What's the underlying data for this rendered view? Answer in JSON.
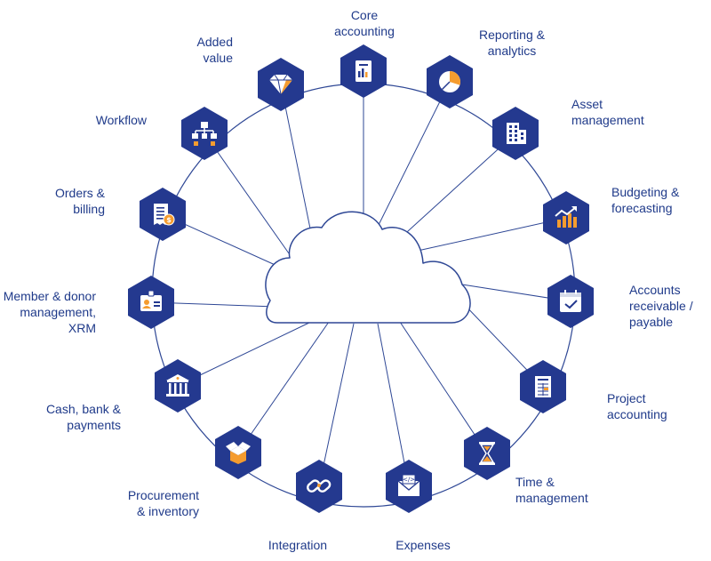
{
  "colors": {
    "navy": "#24398f",
    "accent": "#f59c2f",
    "line": "#2e4795",
    "text": "#1f3a8a"
  },
  "center": {
    "icon": "cloud-icon"
  },
  "nodes": [
    {
      "id": "core-accounting",
      "label": "Core\naccounting",
      "icon": "report-icon"
    },
    {
      "id": "reporting-analytics",
      "label": "Reporting &\nanalytics",
      "icon": "pie-chart-icon"
    },
    {
      "id": "asset-management",
      "label": "Asset\nmanagement",
      "icon": "building-icon"
    },
    {
      "id": "budgeting-forecasting",
      "label": "Budgeting &\nforecasting",
      "icon": "growth-chart-icon"
    },
    {
      "id": "accounts-receivable-payable",
      "label": "Accounts\nreceivable /\npayable",
      "icon": "calendar-check-icon"
    },
    {
      "id": "project-accounting",
      "label": "Project\naccounting",
      "icon": "spreadsheet-icon"
    },
    {
      "id": "time-management",
      "label": "Time &\nmanagement",
      "icon": "hourglass-icon"
    },
    {
      "id": "expenses",
      "label": "Expenses",
      "icon": "envelope-icon"
    },
    {
      "id": "integration",
      "label": "Integration",
      "icon": "chain-link-icon"
    },
    {
      "id": "procurement-inventory",
      "label": "Procurement\n& inventory",
      "icon": "open-box-icon"
    },
    {
      "id": "cash-bank-payments",
      "label": "Cash, bank &\npayments",
      "icon": "bank-icon"
    },
    {
      "id": "member-donor-management",
      "label": "Member & donor\nmanagement,\nXRM",
      "icon": "id-card-icon"
    },
    {
      "id": "orders-billing",
      "label": "Orders &\nbilling",
      "icon": "receipt-coin-icon"
    },
    {
      "id": "workflow",
      "label": "Workflow",
      "icon": "flowchart-icon"
    },
    {
      "id": "added-value",
      "label": "Added\nvalue",
      "icon": "diamond-icon"
    }
  ]
}
